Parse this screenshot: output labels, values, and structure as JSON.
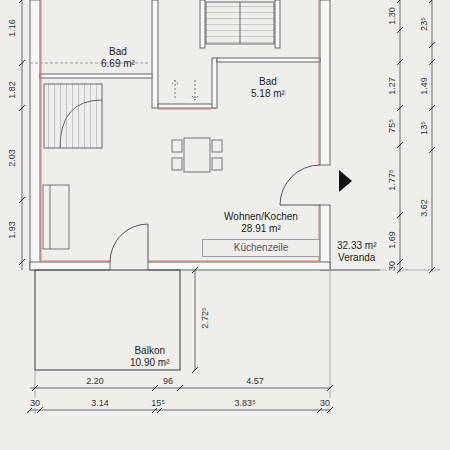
{
  "diagram": {
    "nodes": [
      {
        "text": [
          "Bad",
          "6.69 m²"
        ]
      },
      {
        "text": [
          "Bad",
          "5.18 m²"
        ]
      },
      {
        "text": [
          "Wohnen/Kochen",
          "28.91 m²"
        ]
      },
      {
        "text": [
          "Küchenzeile"
        ],
        "in": 2
      },
      {
        "text": [
          "Balkon",
          "10.90 m²"
        ]
      },
      {
        "text": [
          "32.33 m²",
          "Veranda"
        ]
      }
    ],
    "labels": [
      "1.16",
      "1.82",
      "2.03",
      "1.93",
      "1.30",
      "1.27",
      "75⁵",
      "1.77⁵",
      "1.69",
      "30",
      "23⁵",
      "1.49",
      "13⁵",
      "3.62",
      "2.72⁵",
      "2.20",
      "96",
      "4.57",
      "30",
      "3.14",
      "15⁵",
      "3.83⁵",
      "30"
    ]
  }
}
